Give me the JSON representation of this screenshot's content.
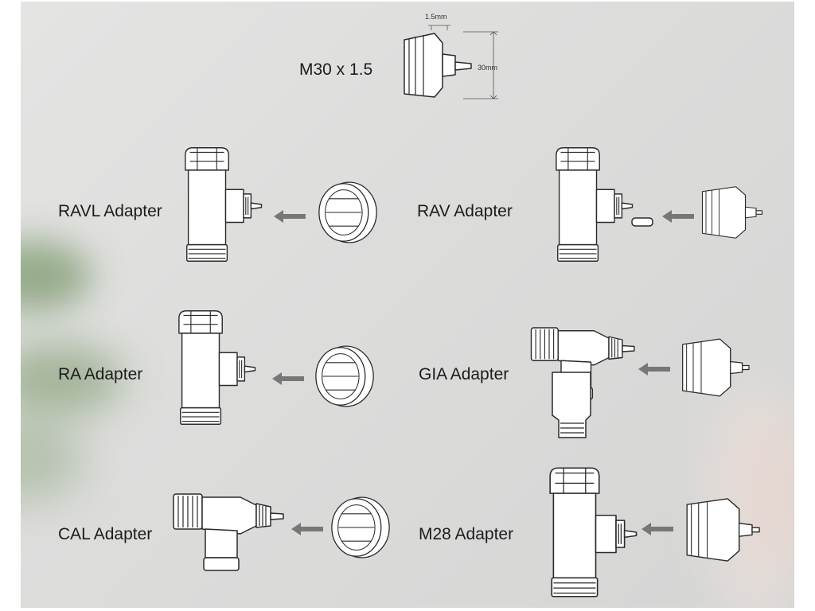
{
  "spec": {
    "label": "M30 x 1.5",
    "dim_width": "1.5mm",
    "dim_height": "30mm"
  },
  "adapters": [
    {
      "label": "RAVL Adapter"
    },
    {
      "label": "RAV Adapter"
    },
    {
      "label": "RA Adapter"
    },
    {
      "label": "GIA Adapter"
    },
    {
      "label": "CAL Adapter"
    },
    {
      "label": "M28 Adapter"
    }
  ],
  "colors": {
    "background": "#dcdcdb",
    "outline": "#2a2a2a",
    "arrow": "#777777",
    "text": "#1c1c1c"
  }
}
